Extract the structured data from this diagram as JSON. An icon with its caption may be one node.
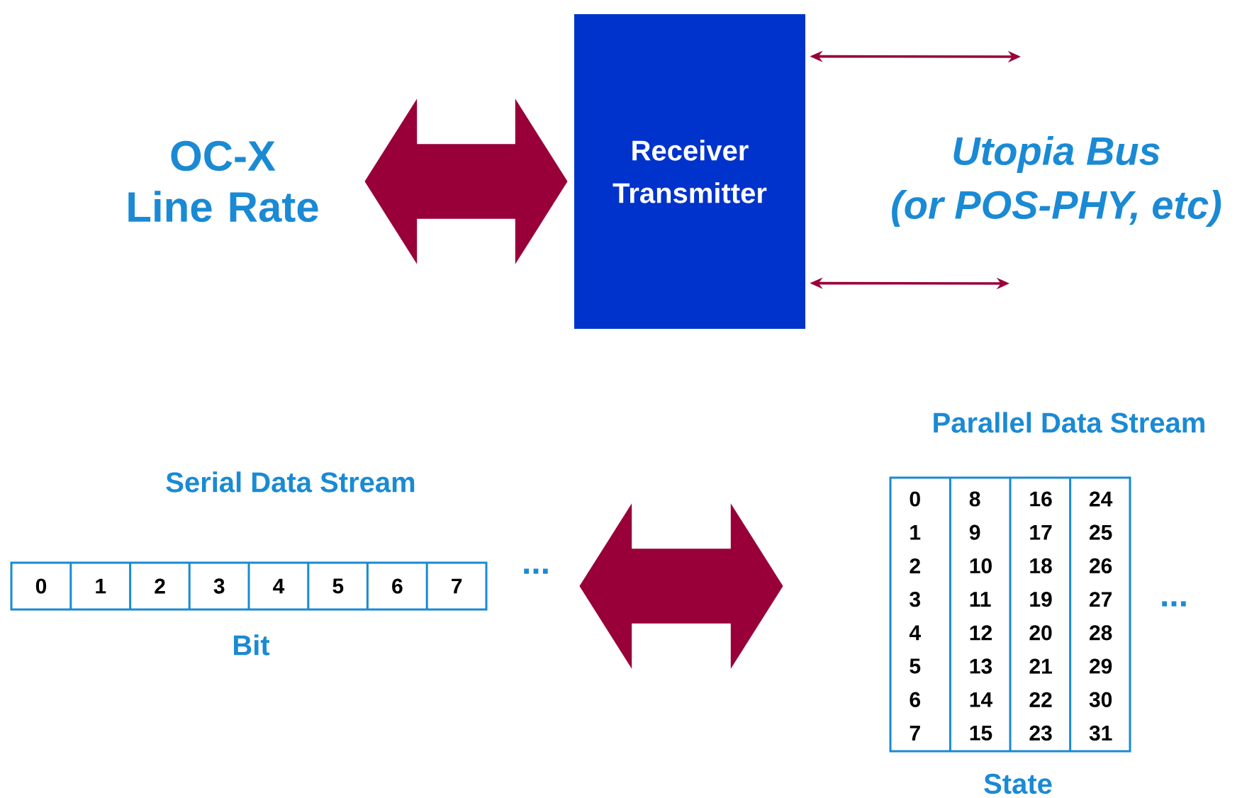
{
  "diagram": {
    "nodes": [
      {
        "text": [
          "OC-X Line Rate"
        ]
      },
      {
        "text": [
          "Receiver Transmitter"
        ]
      },
      {
        "text": [
          "Utopia Bus",
          "(or POS-PHY, etc)"
        ]
      },
      {
        "text": [
          "Serial Data Stream",
          "Bit"
        ]
      },
      {
        "text": [
          "Parallel Data Stream",
          "State"
        ]
      }
    ],
    "edges": [
      {
        "from": 0,
        "to": 1,
        "arrow": "both",
        "style": "thick"
      },
      {
        "from": 1,
        "to": null,
        "arrow": "both"
      },
      {
        "from": 1,
        "to": null,
        "arrow": "both"
      },
      {
        "from": 3,
        "to": 4,
        "arrow": "both",
        "style": "thick"
      }
    ],
    "labels": [
      "0",
      "1",
      "2",
      "3",
      "4",
      "5",
      "6",
      "7",
      "...",
      "0",
      "8",
      "16",
      "24",
      "1",
      "9",
      "17",
      "25",
      "2",
      "10",
      "18",
      "26",
      "3",
      "11",
      "19",
      "27",
      "4",
      "12",
      "20",
      "28",
      "5",
      "13",
      "21",
      "29",
      "6",
      "14",
      "22",
      "30",
      "7",
      "15",
      "23",
      "31",
      "..."
    ]
  }
}
